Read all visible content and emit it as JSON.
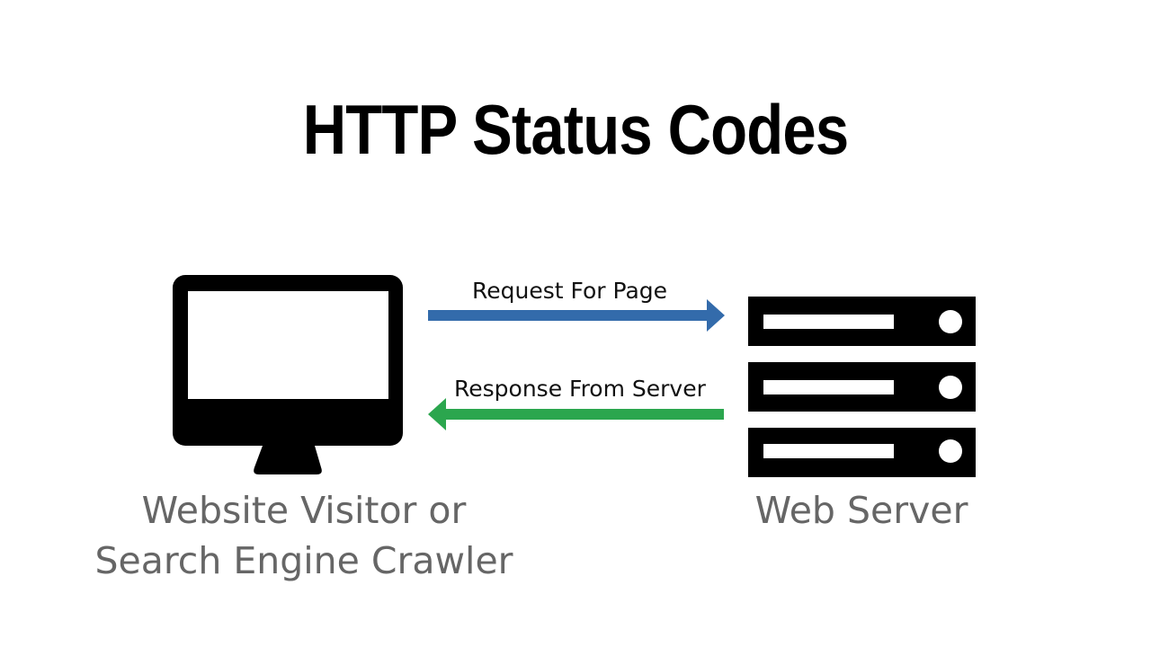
{
  "title": "HTTP Status Codes",
  "arrows": {
    "request": {
      "label": "Request For Page",
      "color": "#336bab"
    },
    "response": {
      "label": "Response From Server",
      "color": "#2ba64e"
    }
  },
  "nodes": {
    "visitor": {
      "caption_line1": "Website Visitor or",
      "caption_line2": "Search Engine Crawler",
      "icon": "monitor-icon"
    },
    "server": {
      "caption": "Web Server",
      "icon": "server-rack-icon"
    }
  }
}
